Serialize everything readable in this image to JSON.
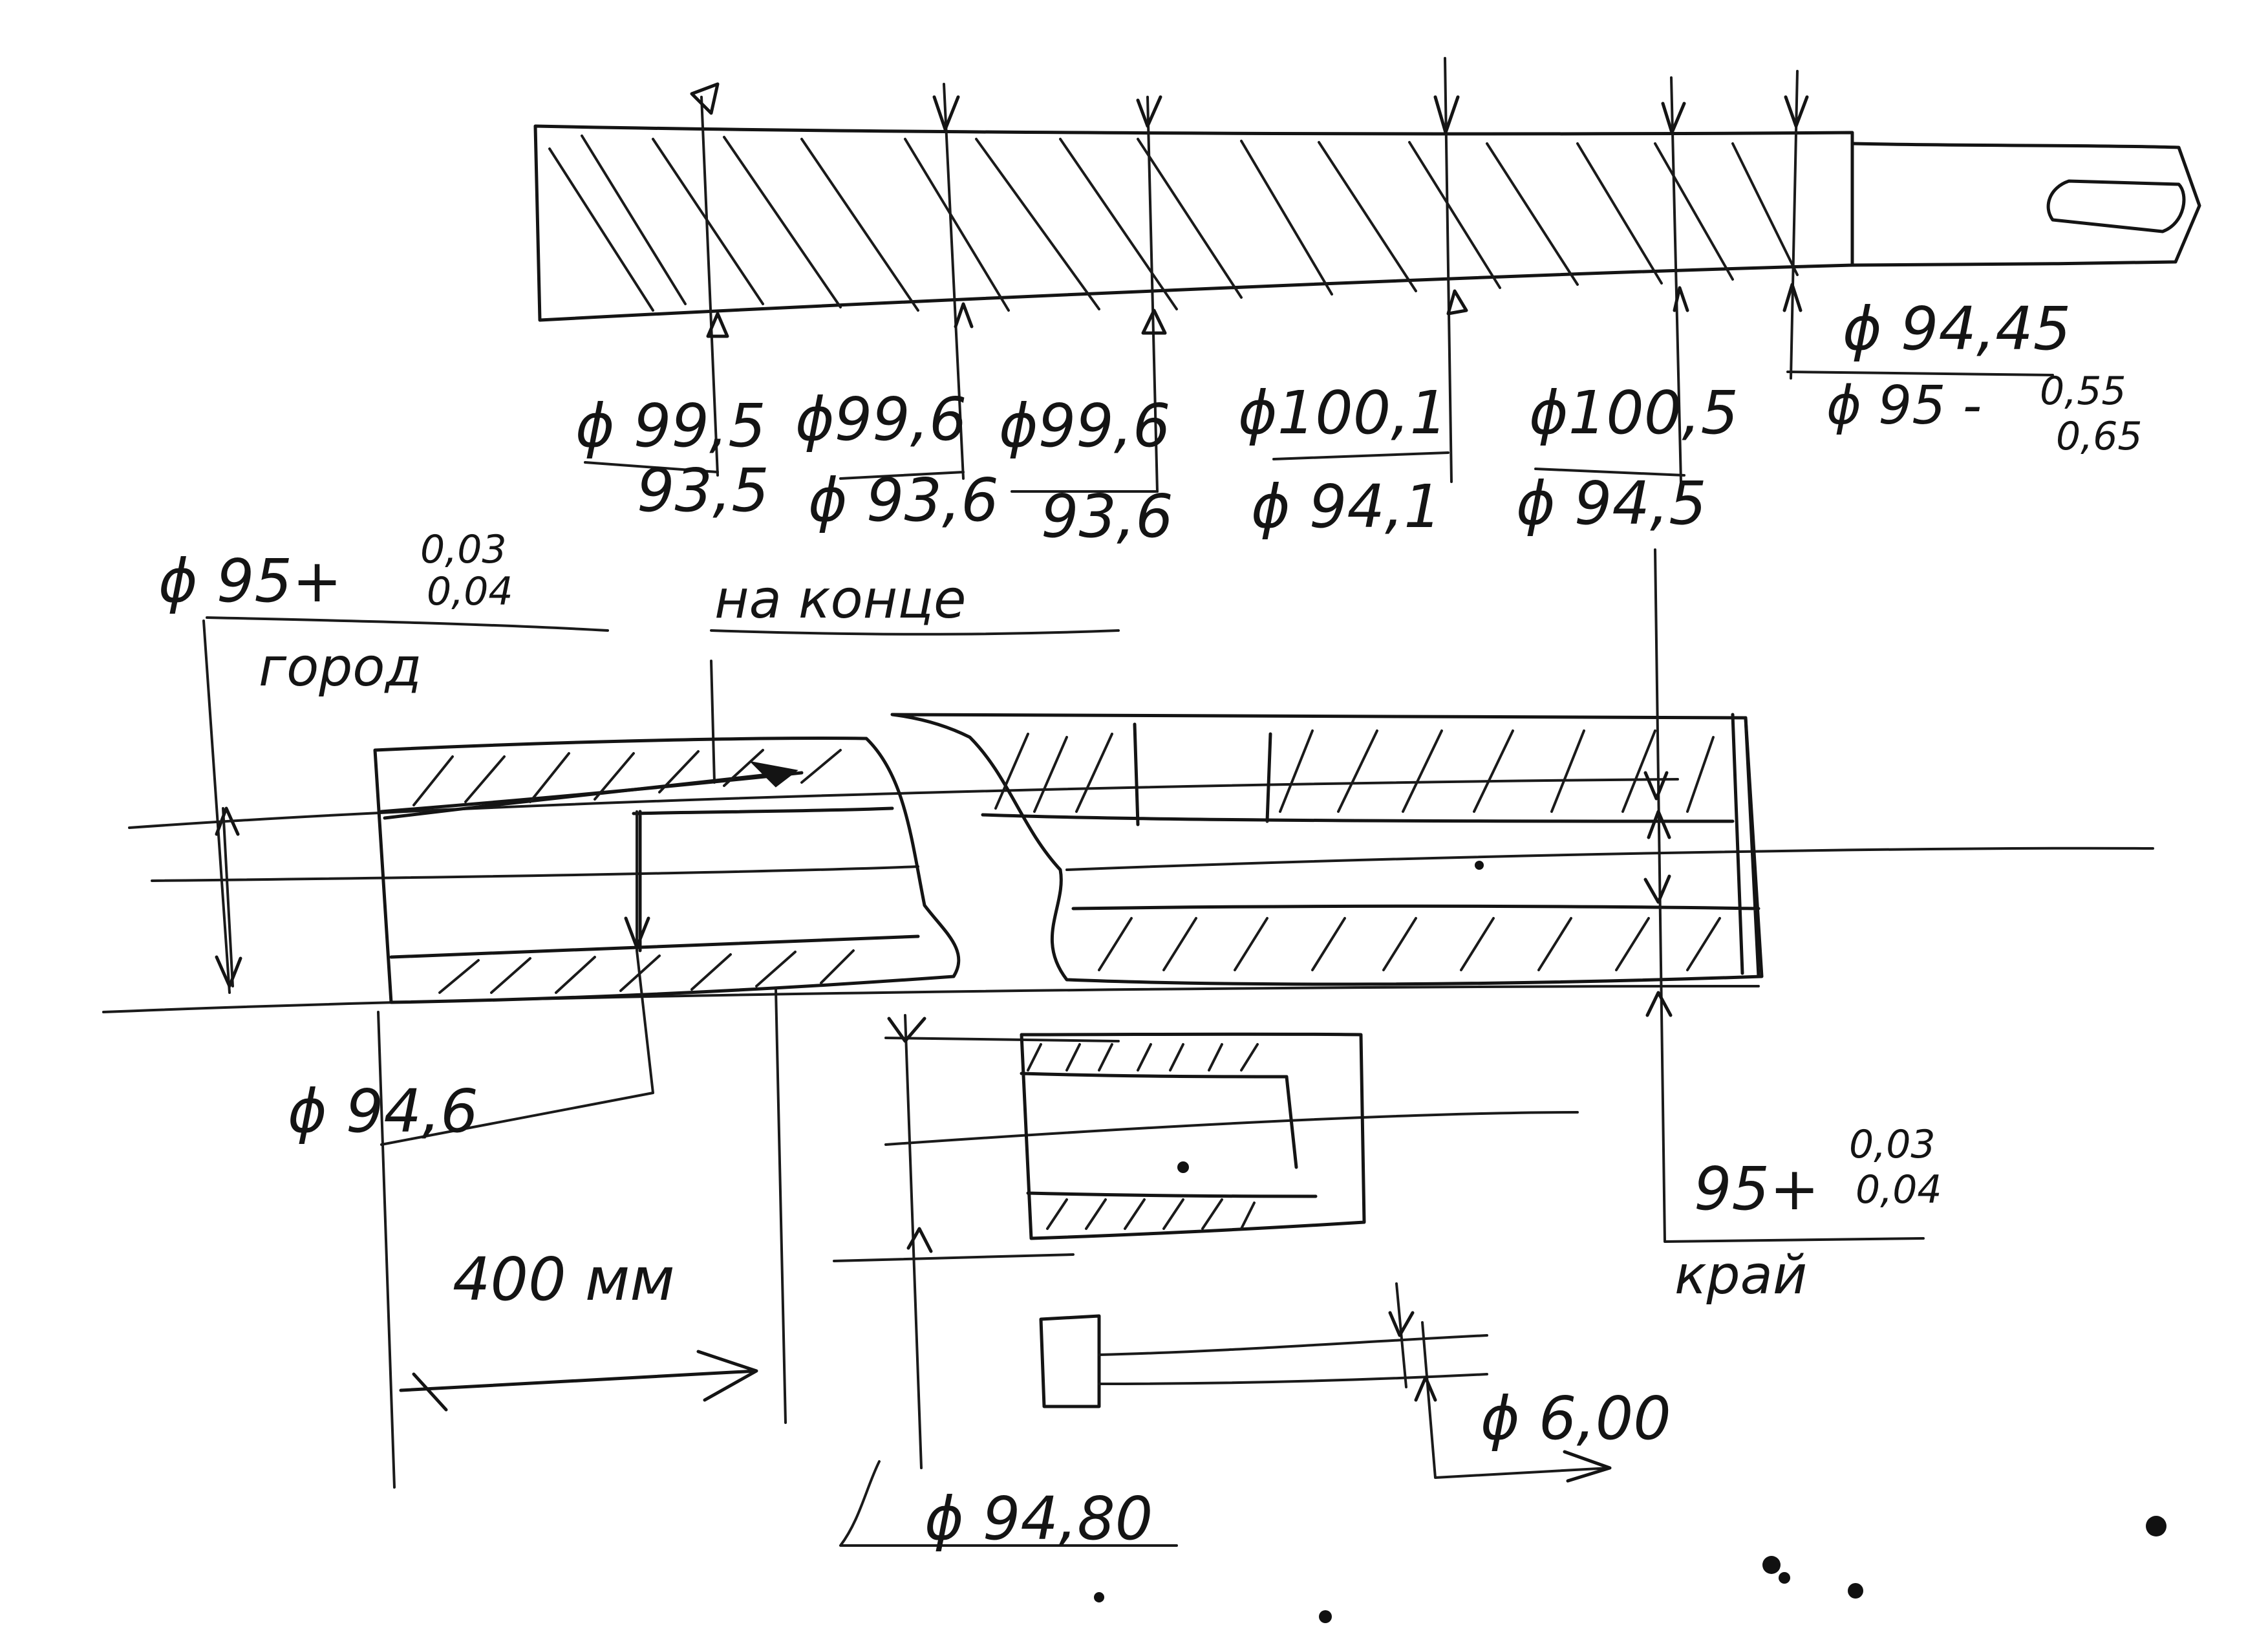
{
  "labels": {
    "shaft_d1": "ϕ 99,5",
    "shaft_d1_inner": "93,5",
    "shaft_d2": "ϕ99,6",
    "shaft_d2_inner": "ϕ 93,6",
    "shaft_d3": "ϕ99,6",
    "shaft_d3_inner": "93,6",
    "shaft_d4": "ϕ100,1",
    "shaft_d4_inner": "ϕ 94,1",
    "shaft_d5": "ϕ100,5",
    "shaft_d5_inner": "ϕ 94,5",
    "shaft_d6": "ϕ 94,45",
    "shaft_d6_base": "ϕ 95 -",
    "shaft_d6_upper": "0,55",
    "shaft_d6_lower": "0,65",
    "left_nominal": "ϕ 95+",
    "left_tol_upper": "0,03",
    "left_tol_lower": "0,04",
    "left_word": "город",
    "end_note": "на конце",
    "bore_d": "ϕ 94,6",
    "length": "400 мм",
    "right_nominal": "95+",
    "right_tol_upper": "0,03",
    "right_tol_lower": "0,04",
    "right_word": "край",
    "center_d": "ϕ 94,80",
    "small_d": "ϕ 6,00"
  }
}
